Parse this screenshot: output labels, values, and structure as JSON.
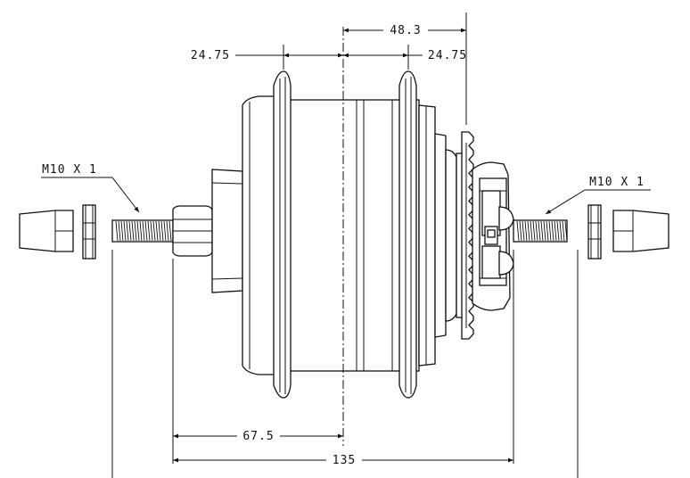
{
  "dimensions": {
    "top_span": "48.3",
    "left_flange": "24.75",
    "right_flange": "24.75",
    "half_width": "67.5",
    "overall_width": "135"
  },
  "thread_callouts": {
    "left": "M10 X 1",
    "right": "M10 X 1"
  }
}
